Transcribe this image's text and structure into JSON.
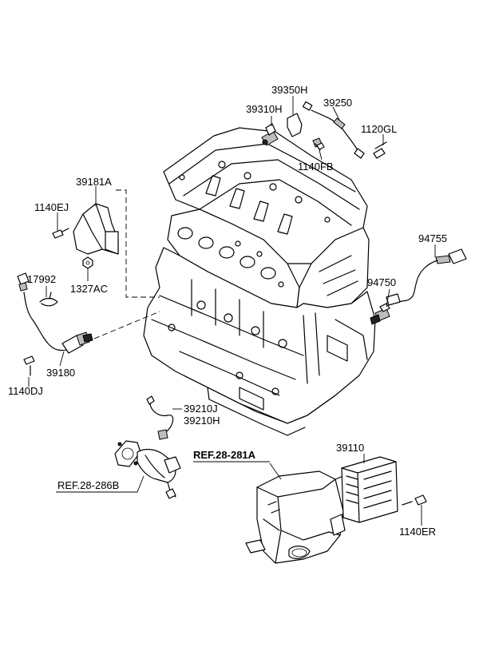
{
  "parts": {
    "p39350H": "39350H",
    "p39310H": "39310H",
    "p39250": "39250",
    "p1120GL": "1120GL",
    "p1140FB": "1140FB",
    "p39181A": "39181A",
    "p1140EJ": "1140EJ",
    "p94755": "94755",
    "p17992": "17992",
    "p1327AC": "1327AC",
    "p94750": "94750",
    "p39180": "39180",
    "p1140DJ": "1140DJ",
    "p39210J": "39210J",
    "p39210H": "39210H",
    "p39110": "39110",
    "ref281A": "REF.28-281A",
    "ref286B": "REF.28-286B",
    "p1140ER": "1140ER"
  }
}
